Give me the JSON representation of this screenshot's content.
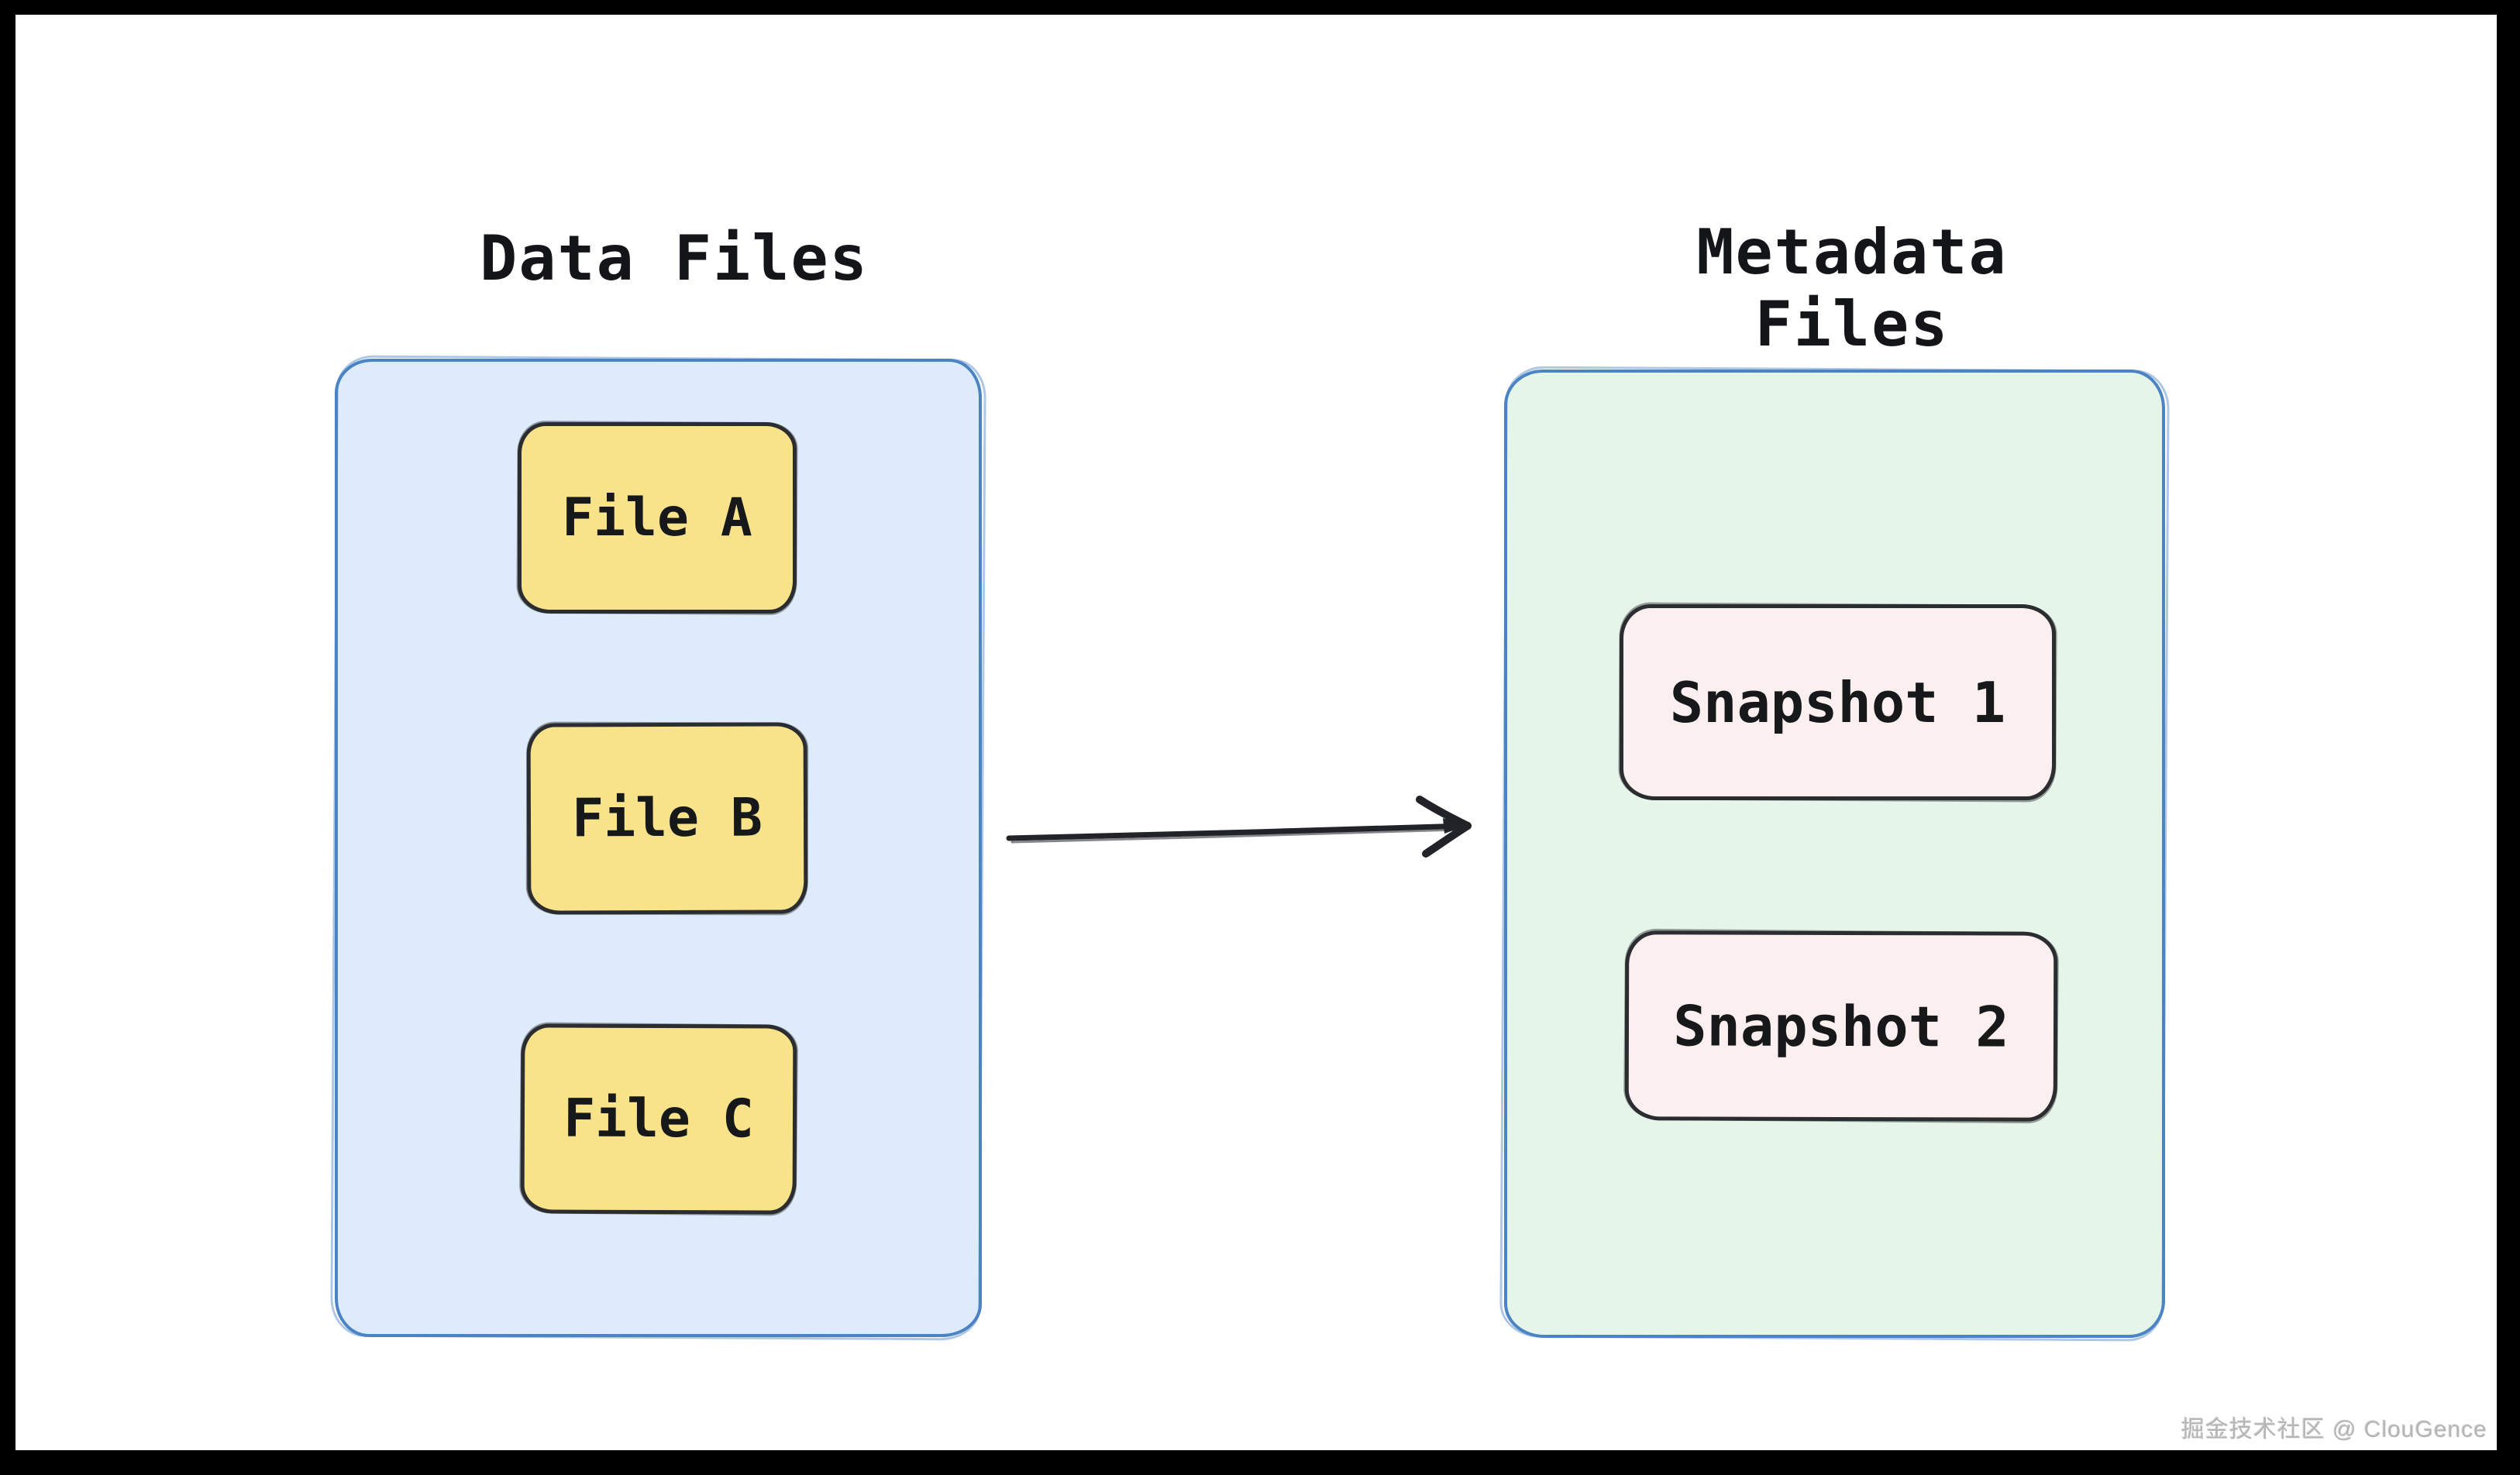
{
  "page": {
    "frame_color": "#000000",
    "canvas_color": "#ffffff"
  },
  "diagram": {
    "text_color": "#17181a",
    "left_group": {
      "title": "Data Files",
      "container_fill": "#ddebfa",
      "container_border": "#4b83c3",
      "item_fill": "#f9e38a",
      "item_border": "#2b2d31",
      "items": [
        {
          "label": "File A"
        },
        {
          "label": "File B"
        },
        {
          "label": "File C"
        }
      ]
    },
    "right_group": {
      "title": "Metadata Files",
      "container_fill": "#e5f5e9",
      "container_border": "#4b83c3",
      "item_fill": "#fcefef",
      "item_border": "#2b2d31",
      "items": [
        {
          "label": "Snapshot 1"
        },
        {
          "label": "Snapshot 2"
        }
      ]
    },
    "arrow": {
      "direction": "left-to-right",
      "color": "#212328"
    }
  },
  "watermark": {
    "text": "掘金技术社区 @ ClouGence",
    "color": "#b2b2b2"
  }
}
